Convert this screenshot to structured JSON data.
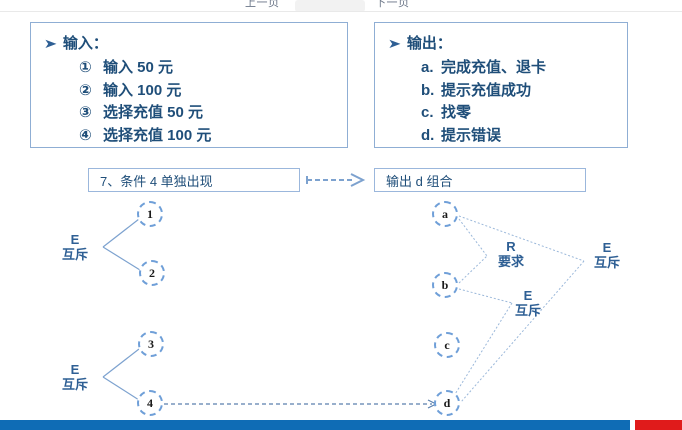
{
  "nav": {
    "prev_page": "上一页",
    "next_page": "下一页"
  },
  "input_box": {
    "heading": "输入：",
    "items": [
      {
        "marker": "①",
        "text": "输入 50 元"
      },
      {
        "marker": "②",
        "text": "输入 100 元"
      },
      {
        "marker": "③",
        "text": "选择充值 50 元"
      },
      {
        "marker": "④",
        "text": "选择充值 100 元"
      }
    ]
  },
  "output_box": {
    "heading": "输出：",
    "items": [
      {
        "marker": "a.",
        "text": "完成充值、退卡"
      },
      {
        "marker": "b.",
        "text": "提示充值成功"
      },
      {
        "marker": "c.",
        "text": "找零"
      },
      {
        "marker": "d.",
        "text": "提示错误"
      }
    ]
  },
  "condition_row": {
    "left_label": "7、条件 4 单独出现",
    "right_label": "输出 d 组合",
    "arrow": "dashed-block-arrow-right"
  },
  "diagram": {
    "input_nodes": [
      {
        "id": "n1",
        "label": "1"
      },
      {
        "id": "n2",
        "label": "2"
      },
      {
        "id": "n3",
        "label": "3"
      },
      {
        "id": "n4",
        "label": "4"
      }
    ],
    "output_nodes": [
      {
        "id": "na",
        "label": "a"
      },
      {
        "id": "nb",
        "label": "b"
      },
      {
        "id": "nc",
        "label": "c"
      },
      {
        "id": "nd",
        "label": "d"
      }
    ],
    "relations": [
      {
        "id": "rel-left-top",
        "code": "E",
        "cn": "互斥"
      },
      {
        "id": "rel-left-bottom",
        "code": "E",
        "cn": "互斥"
      },
      {
        "id": "rel-r-require",
        "code": "R",
        "cn": "要求"
      },
      {
        "id": "rel-right-mid",
        "code": "E",
        "cn": "互斥"
      },
      {
        "id": "rel-right-far",
        "code": "E",
        "cn": "互斥"
      }
    ]
  },
  "colors": {
    "accent_blue": "#1f4e79",
    "line_blue": "#7da2cf",
    "node_border": "#6f9fd8",
    "bottom_bar_blue": "#0f6cb5",
    "bottom_bar_red": "#e01b1b"
  }
}
